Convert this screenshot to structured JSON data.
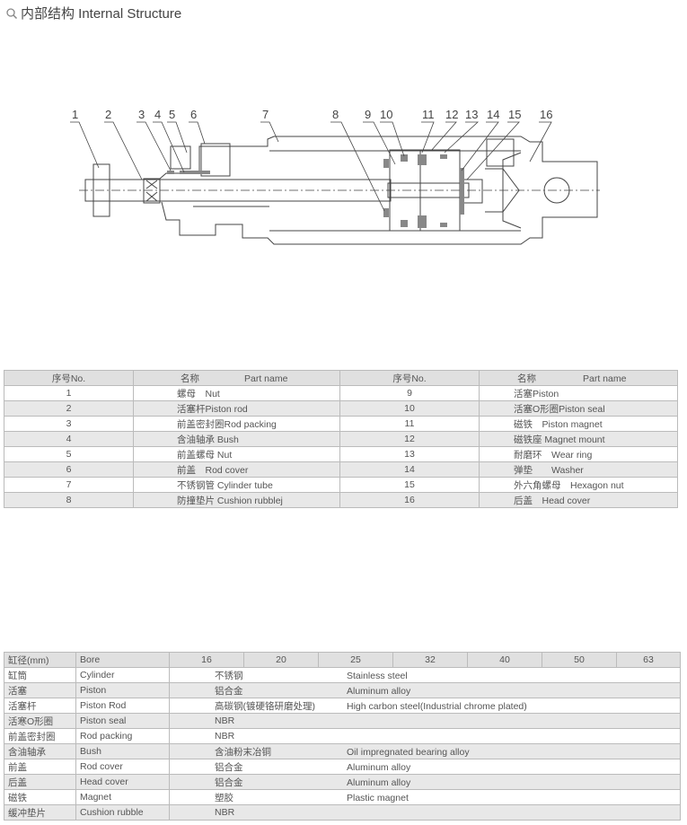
{
  "header": {
    "icon": "search-icon",
    "title": "内部结构 Internal Structure"
  },
  "diagram": {
    "callouts": [
      "1",
      "2",
      "3",
      "4",
      "5",
      "6",
      "7",
      "8",
      "9",
      "10",
      "11",
      "12",
      "13",
      "14",
      "15",
      "16"
    ]
  },
  "parts_table": {
    "headers": [
      "序号No.",
      "名称",
      "Part name",
      "序号No.",
      "名称",
      "Part name"
    ],
    "rows": [
      {
        "no1": "1",
        "name1": "螺母　Nut",
        "no2": "9",
        "name2": "活塞Piston"
      },
      {
        "no1": "2",
        "name1": "活塞杆Piston rod",
        "no2": "10",
        "name2": "活塞O形圈Piston seal"
      },
      {
        "no1": "3",
        "name1": "前盖密封圈Rod packing",
        "no2": "11",
        "name2": "磁铁　Piston magnet"
      },
      {
        "no1": "4",
        "name1": "含油轴承 Bush",
        "no2": "12",
        "name2": "磁铁座 Magnet mount"
      },
      {
        "no1": "5",
        "name1": "前盖螺母 Nut",
        "no2": "13",
        "name2": "耐磨环　Wear ring"
      },
      {
        "no1": "6",
        "name1": "前盖　Rod cover",
        "no2": "14",
        "name2": "弹垫　　Washer"
      },
      {
        "no1": "7",
        "name1": "不锈钢管 Cylinder tube",
        "no2": "15",
        "name2": "外六角螺母　Hexagon nut"
      },
      {
        "no1": "8",
        "name1": "防撞垫片 Cushion rubblej",
        "no2": "16",
        "name2": "后盖　Head cover"
      }
    ]
  },
  "spec_table": {
    "header_cn": "缸径(mm)",
    "header_en": "Bore",
    "bores": [
      "16",
      "20",
      "25",
      "32",
      "40",
      "50",
      "63"
    ],
    "rows": [
      {
        "cn": "缸筒",
        "en": "Cylinder",
        "mat_cn": "不锈钢",
        "mat_en": "Stainless steel"
      },
      {
        "cn": "活塞",
        "en": "Piston",
        "mat_cn": "铝合金",
        "mat_en": "Aluminum alloy"
      },
      {
        "cn": "活塞杆",
        "en": "Piston Rod",
        "mat_cn": "高碳钢(镀硬铬研磨处理)",
        "mat_en": "High carbon steel(Industrial chrome plated)"
      },
      {
        "cn": "活寒O形圈",
        "en": "Piston seal",
        "mat_cn": "NBR",
        "mat_en": ""
      },
      {
        "cn": "前盖密封圈",
        "en": "Rod packing",
        "mat_cn": "NBR",
        "mat_en": ""
      },
      {
        "cn": "含油轴承",
        "en": "Bush",
        "mat_cn": "含油粉末冶铜",
        "mat_en": "Oil impregnated bearing alloy"
      },
      {
        "cn": "前盖",
        "en": "Rod cover",
        "mat_cn": "铝合金",
        "mat_en": "Aluminum alloy"
      },
      {
        "cn": "后盖",
        "en": "Head cover",
        "mat_cn": "铝合金",
        "mat_en": "Aluminum alloy"
      },
      {
        "cn": "磁铁",
        "en": "Magnet",
        "mat_cn": "塑胶",
        "mat_en": "Plastic magnet"
      },
      {
        "cn": "缓冲垫片",
        "en": "Cushion rubble",
        "mat_cn": "NBR",
        "mat_en": ""
      }
    ]
  }
}
